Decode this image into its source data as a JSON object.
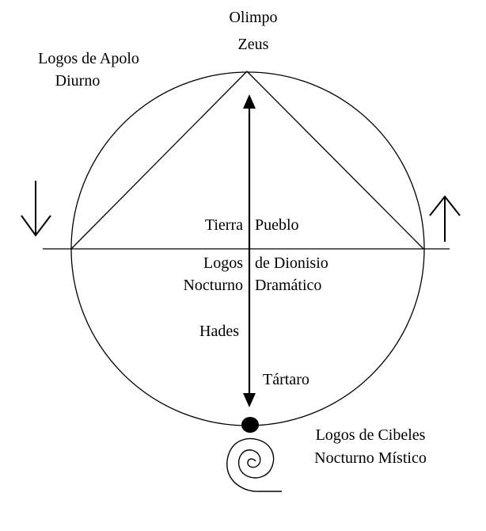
{
  "colors": {
    "ink": "#000000",
    "background": "#ffffff"
  },
  "labels": {
    "top_1": "Olimpo",
    "top_2": "Zeus",
    "apolo_1": "Logos de Apolo",
    "apolo_2": "Diurno",
    "tierra": "Tierra",
    "pueblo": "Pueblo",
    "logos": "Logos",
    "nocturno": "Nocturno",
    "de_dionisio": "de Dionisio",
    "dramatico": "Dramático",
    "hades": "Hades",
    "tartaro": "Tártaro",
    "cibeles_1": "Logos de Cibeles",
    "cibeles_2": "Nocturno Místico"
  },
  "icons": {
    "left": "arrow-down-icon",
    "right": "arrow-up-icon",
    "bottom": "spiral-icon"
  }
}
